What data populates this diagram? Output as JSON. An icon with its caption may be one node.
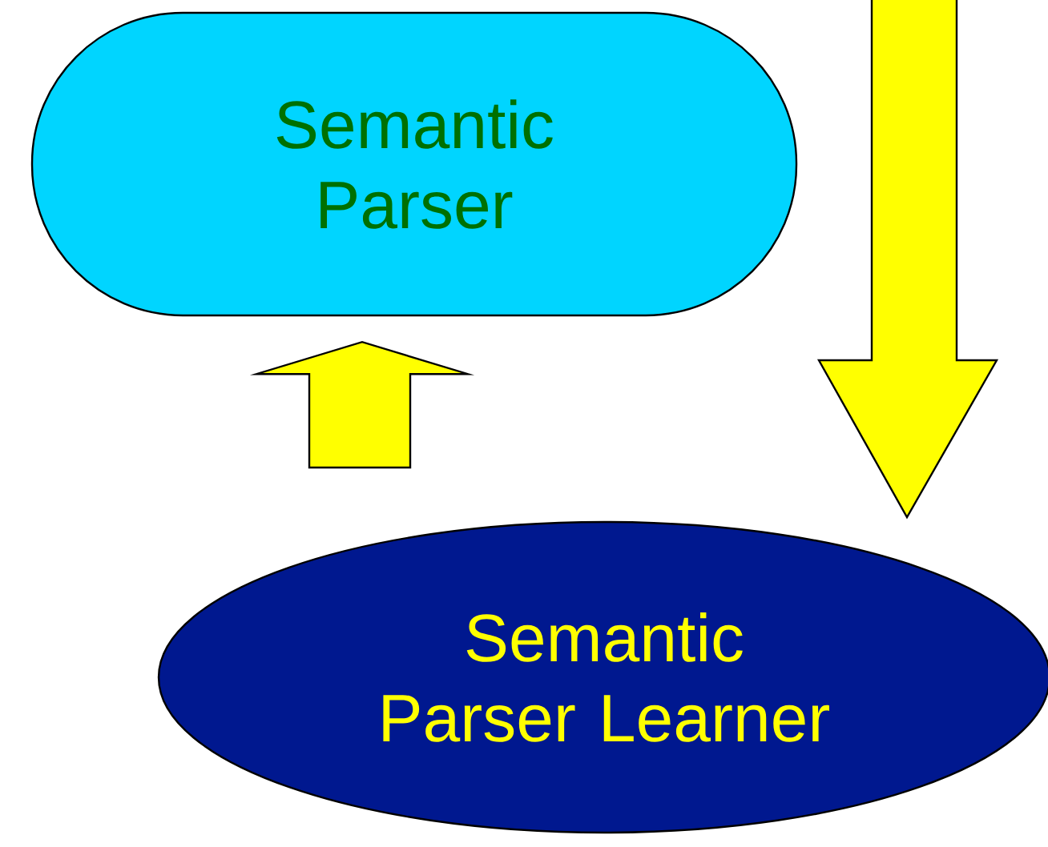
{
  "diagram": {
    "nodes": [
      {
        "text": [
          "Semantic Parser"
        ]
      },
      {
        "text": [
          "Semantic Parser Learner"
        ]
      }
    ],
    "edges": [
      {
        "from": null,
        "to": 1,
        "arrow": "to"
      },
      {
        "from": 1,
        "to": 0,
        "arrow": "to"
      }
    ]
  }
}
